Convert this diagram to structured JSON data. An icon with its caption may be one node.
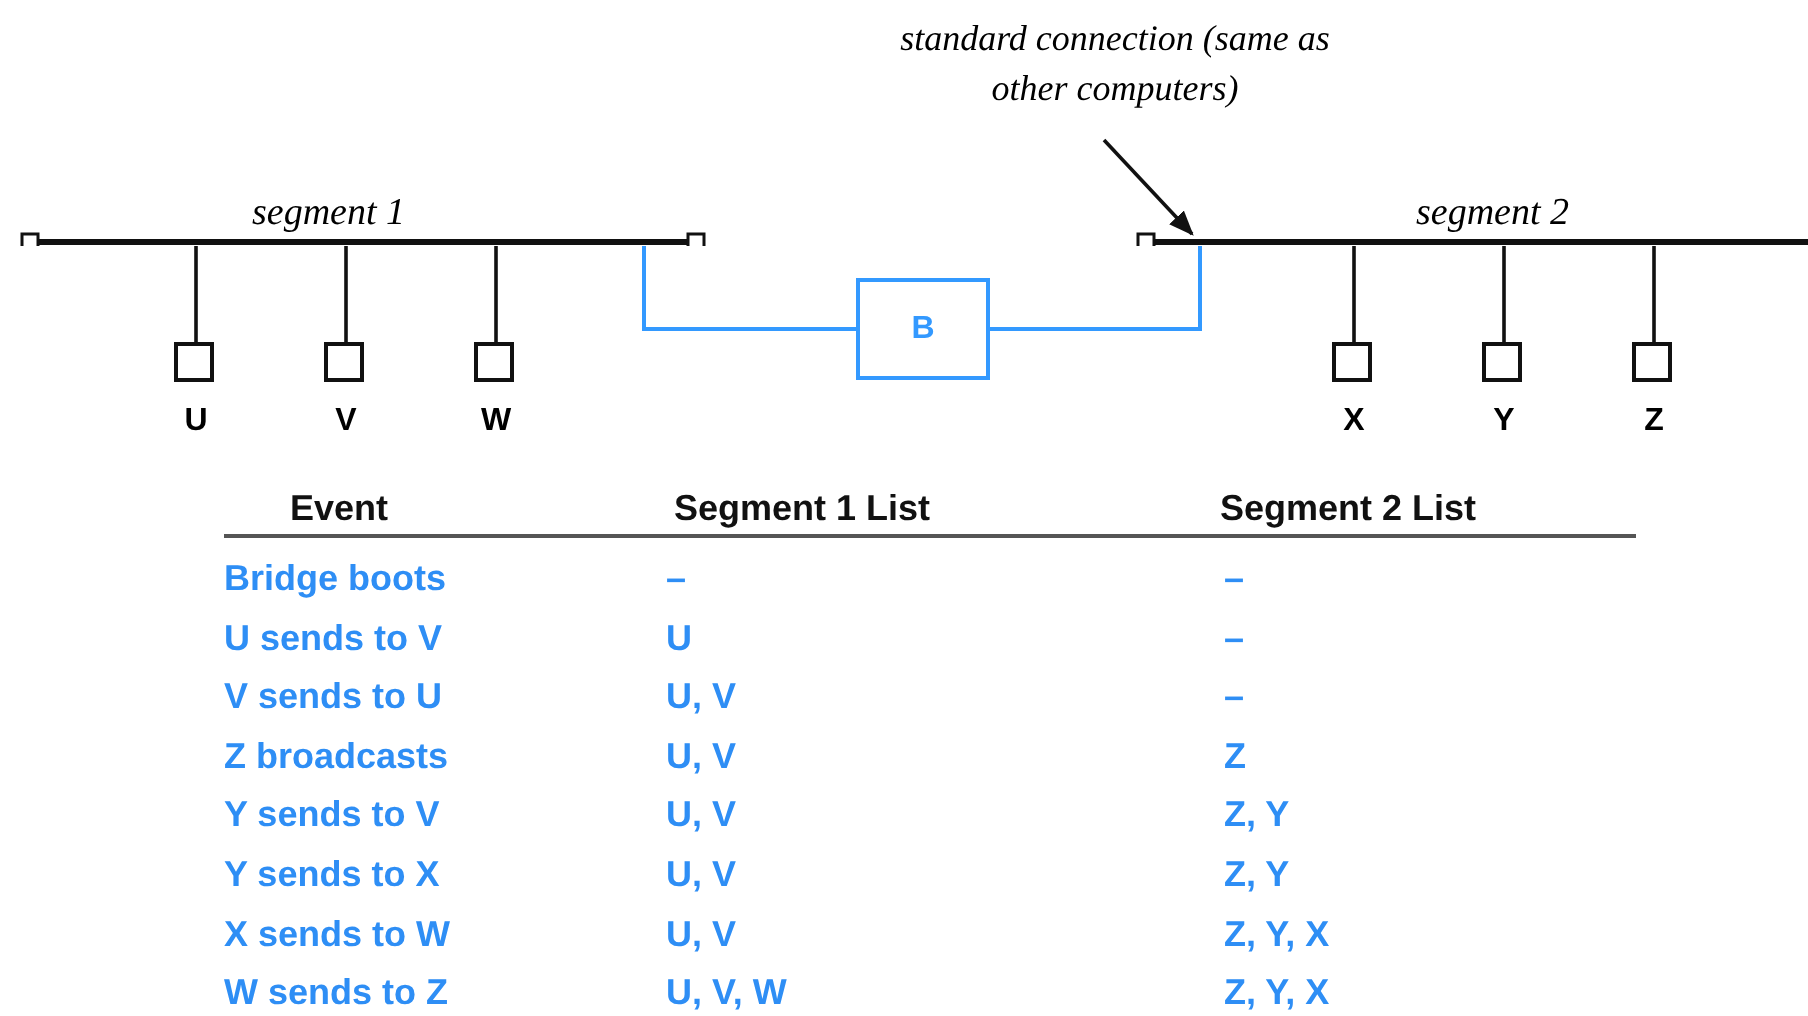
{
  "diagram": {
    "nodes": [
      {
        "text": [
          "segment 1"
        ]
      },
      {
        "text": [
          "segment 2"
        ]
      },
      {
        "text": [
          "B"
        ]
      },
      {
        "text": [
          "U"
        ]
      },
      {
        "text": [
          "V"
        ]
      },
      {
        "text": [
          "W"
        ]
      },
      {
        "text": [
          "X"
        ]
      },
      {
        "text": [
          "Y"
        ]
      },
      {
        "text": [
          "Z"
        ]
      },
      {
        "text": [
          "standard connection (same as other computers)"
        ]
      }
    ],
    "edges": [
      {
        "from": 0,
        "to": 3,
        "arrow": "none"
      },
      {
        "from": 0,
        "to": 4,
        "arrow": "none"
      },
      {
        "from": 0,
        "to": 5,
        "arrow": "none"
      },
      {
        "from": 1,
        "to": 6,
        "arrow": "none"
      },
      {
        "from": 1,
        "to": 7,
        "arrow": "none"
      },
      {
        "from": 1,
        "to": 8,
        "arrow": "none"
      },
      {
        "from": 0,
        "to": 2,
        "arrow": "none",
        "color": "#3399ff"
      },
      {
        "from": 2,
        "to": 1,
        "arrow": "none",
        "color": "#3399ff"
      },
      {
        "from": 9,
        "to": 1,
        "arrow": "to"
      }
    ],
    "labels": [
      "Event",
      "Segment 1 List",
      "Segment 2 List",
      "Bridge boots",
      "–",
      "–",
      "U sends to V",
      "U",
      "–",
      "V sends to U",
      "U, V",
      "–",
      "Z broadcasts",
      "U, V",
      "Z",
      "Y sends to V",
      "U, V",
      "Z, Y",
      "Y sends to X",
      "U, V",
      "Z, Y",
      "X sends to W",
      "U, V",
      "Z, Y, X",
      "W sends to Z",
      "U, V, W",
      "Z, Y, X"
    ]
  }
}
